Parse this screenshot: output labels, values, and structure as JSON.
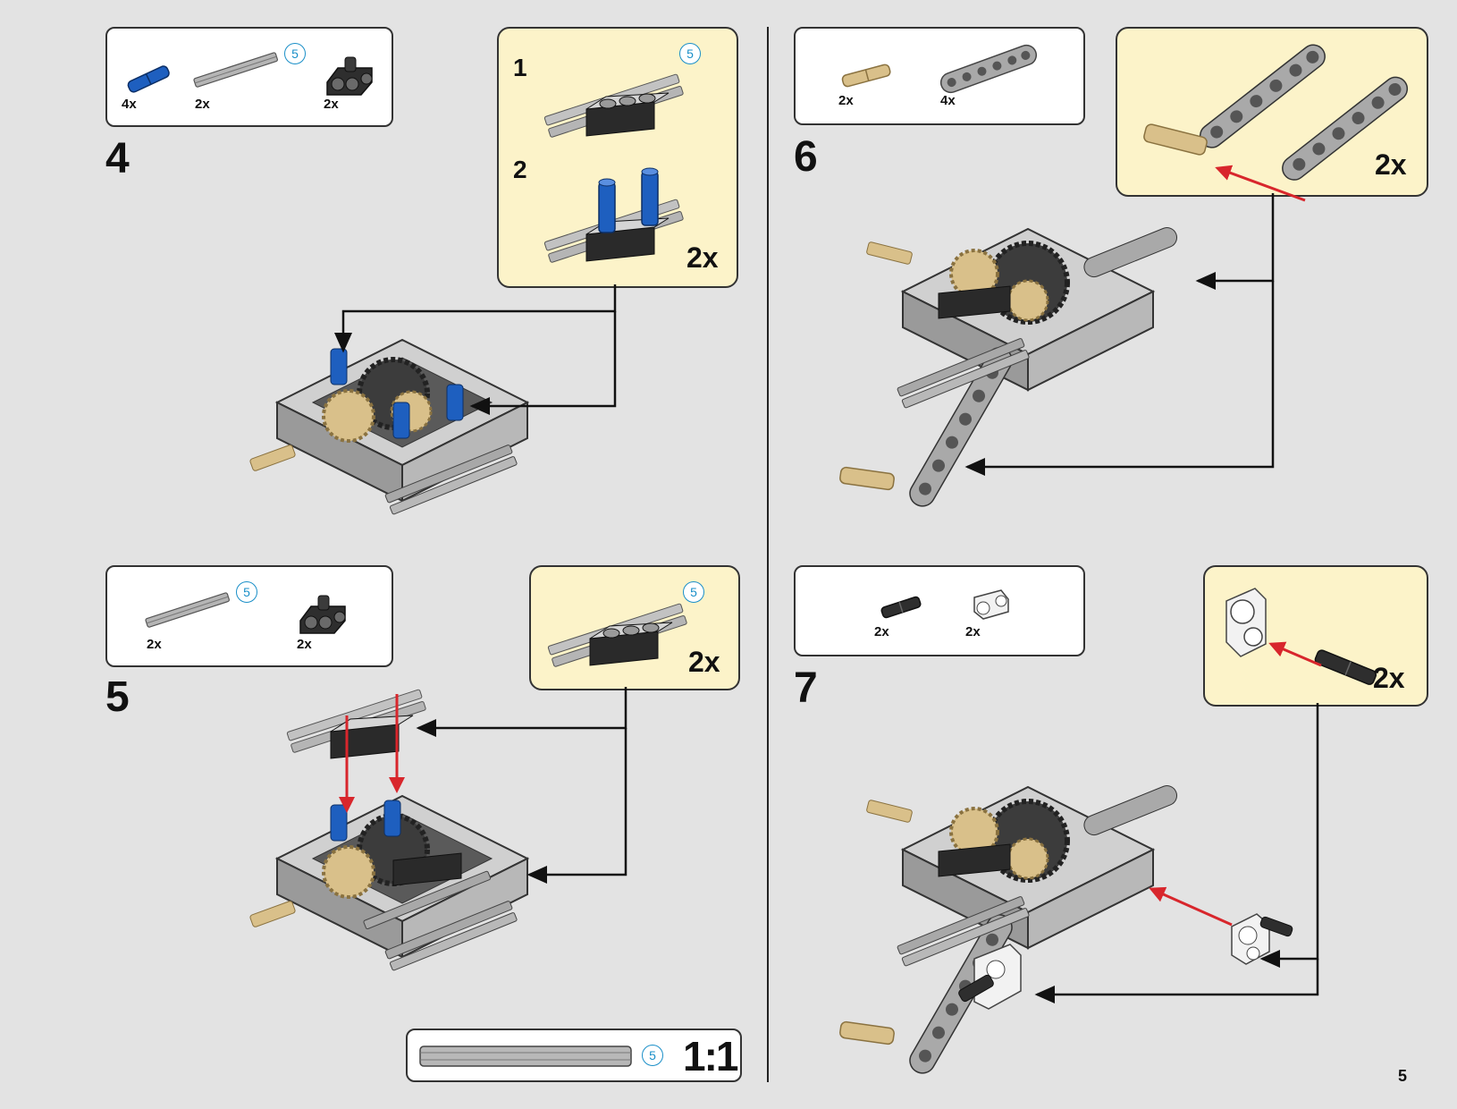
{
  "page": {
    "number": "5"
  },
  "colors": {
    "background": "#e3e3e3",
    "sub_assembly_fill": "#fcf3c9",
    "beam_gray": "#a9a9a9",
    "dark_gray": "#3a3a3a",
    "pin_blue": "#1e5fbf",
    "tan": "#d9c08a",
    "red_arrow": "#d8262c",
    "callout_line": "#111111"
  },
  "steps": [
    {
      "number": "4",
      "parts": [
        {
          "icon": "blue-pin-icon",
          "qty": "4x"
        },
        {
          "icon": "axle-icon",
          "qty": "2x",
          "length": "5"
        },
        {
          "icon": "connector-block-icon",
          "qty": "2x"
        }
      ],
      "sub_assembly": {
        "substeps": [
          {
            "number": "1",
            "length": "5"
          },
          {
            "number": "2"
          }
        ],
        "multiplier": "2x"
      }
    },
    {
      "number": "5",
      "parts": [
        {
          "icon": "axle-icon",
          "qty": "2x",
          "length": "5"
        },
        {
          "icon": "connector-block-icon",
          "qty": "2x"
        }
      ],
      "sub_assembly": {
        "length": "5",
        "multiplier": "2x"
      }
    },
    {
      "number": "6",
      "parts": [
        {
          "icon": "tan-axle-pin-icon",
          "qty": "2x"
        },
        {
          "icon": "liftarm-icon",
          "qty": "4x"
        }
      ],
      "sub_assembly": {
        "multiplier": "2x"
      }
    },
    {
      "number": "7",
      "parts": [
        {
          "icon": "black-axle-pin-icon",
          "qty": "2x"
        },
        {
          "icon": "axle-connector-icon",
          "qty": "2x"
        }
      ],
      "sub_assembly": {
        "multiplier": "2x"
      }
    }
  ],
  "ruler": {
    "length": "5",
    "ratio": "1:1"
  }
}
